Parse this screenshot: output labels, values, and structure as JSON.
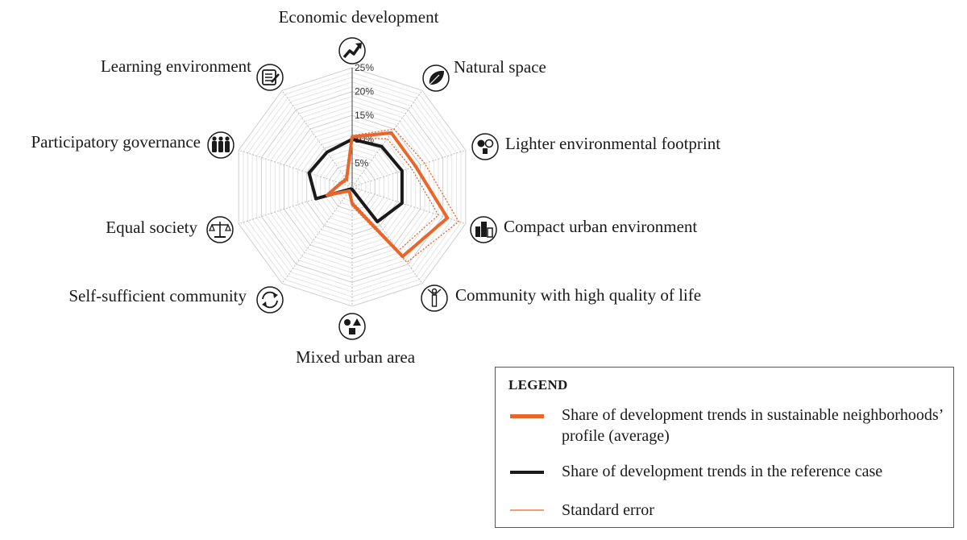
{
  "chart_data": {
    "type": "radar",
    "axes": [
      "Economic development",
      "Natural space",
      "Lighter environmental footprint",
      "Compact urban environment",
      "Community with high quality of life",
      "Mixed urban area",
      "Self-sufficient community",
      "Equal society",
      "Participatory governance",
      "Learning environment"
    ],
    "axis_icons": [
      "trend-up-icon",
      "leaf-icon",
      "eco-footprint-icon",
      "buildings-icon",
      "person-icon",
      "shapes-icon",
      "cycle-arrows-icon",
      "scales-icon",
      "people-icon",
      "notepad-icon"
    ],
    "range": [
      0,
      25
    ],
    "ticks": [
      "5%",
      "10%",
      "15%",
      "20%",
      "25%"
    ],
    "tick_values": [
      5,
      10,
      15,
      20,
      25
    ],
    "series": [
      {
        "key": "sustainable",
        "color": "#e8662a",
        "values": [
          10.5,
          14,
          14,
          21,
          18,
          3.5,
          1,
          5.5,
          2.5,
          2
        ]
      },
      {
        "key": "reference",
        "color": "#1a1a1a",
        "values": [
          10,
          10.5,
          11,
          11,
          9,
          0.5,
          0.5,
          8,
          9.5,
          9
        ]
      },
      {
        "key": "error_upper",
        "color": "#e8662a",
        "values": [
          10.8,
          15,
          16,
          23.5,
          19.5,
          4,
          1.2,
          6,
          2.8,
          2.4
        ]
      },
      {
        "key": "error_lower",
        "color": "#e8662a",
        "values": [
          10.2,
          12.5,
          13,
          19,
          16.5,
          3,
          0.8,
          5,
          2.2,
          1.6
        ]
      }
    ]
  },
  "legend": {
    "title": "LEGEND",
    "items": [
      {
        "label": "Share of development trends in sustainable neighborhoods’ profile (average)",
        "color": "#e8662a"
      },
      {
        "label": "Share of development trends in the reference case",
        "color": "#1a1a1a"
      },
      {
        "label": "Standard error",
        "color": "#f0a070"
      }
    ]
  }
}
